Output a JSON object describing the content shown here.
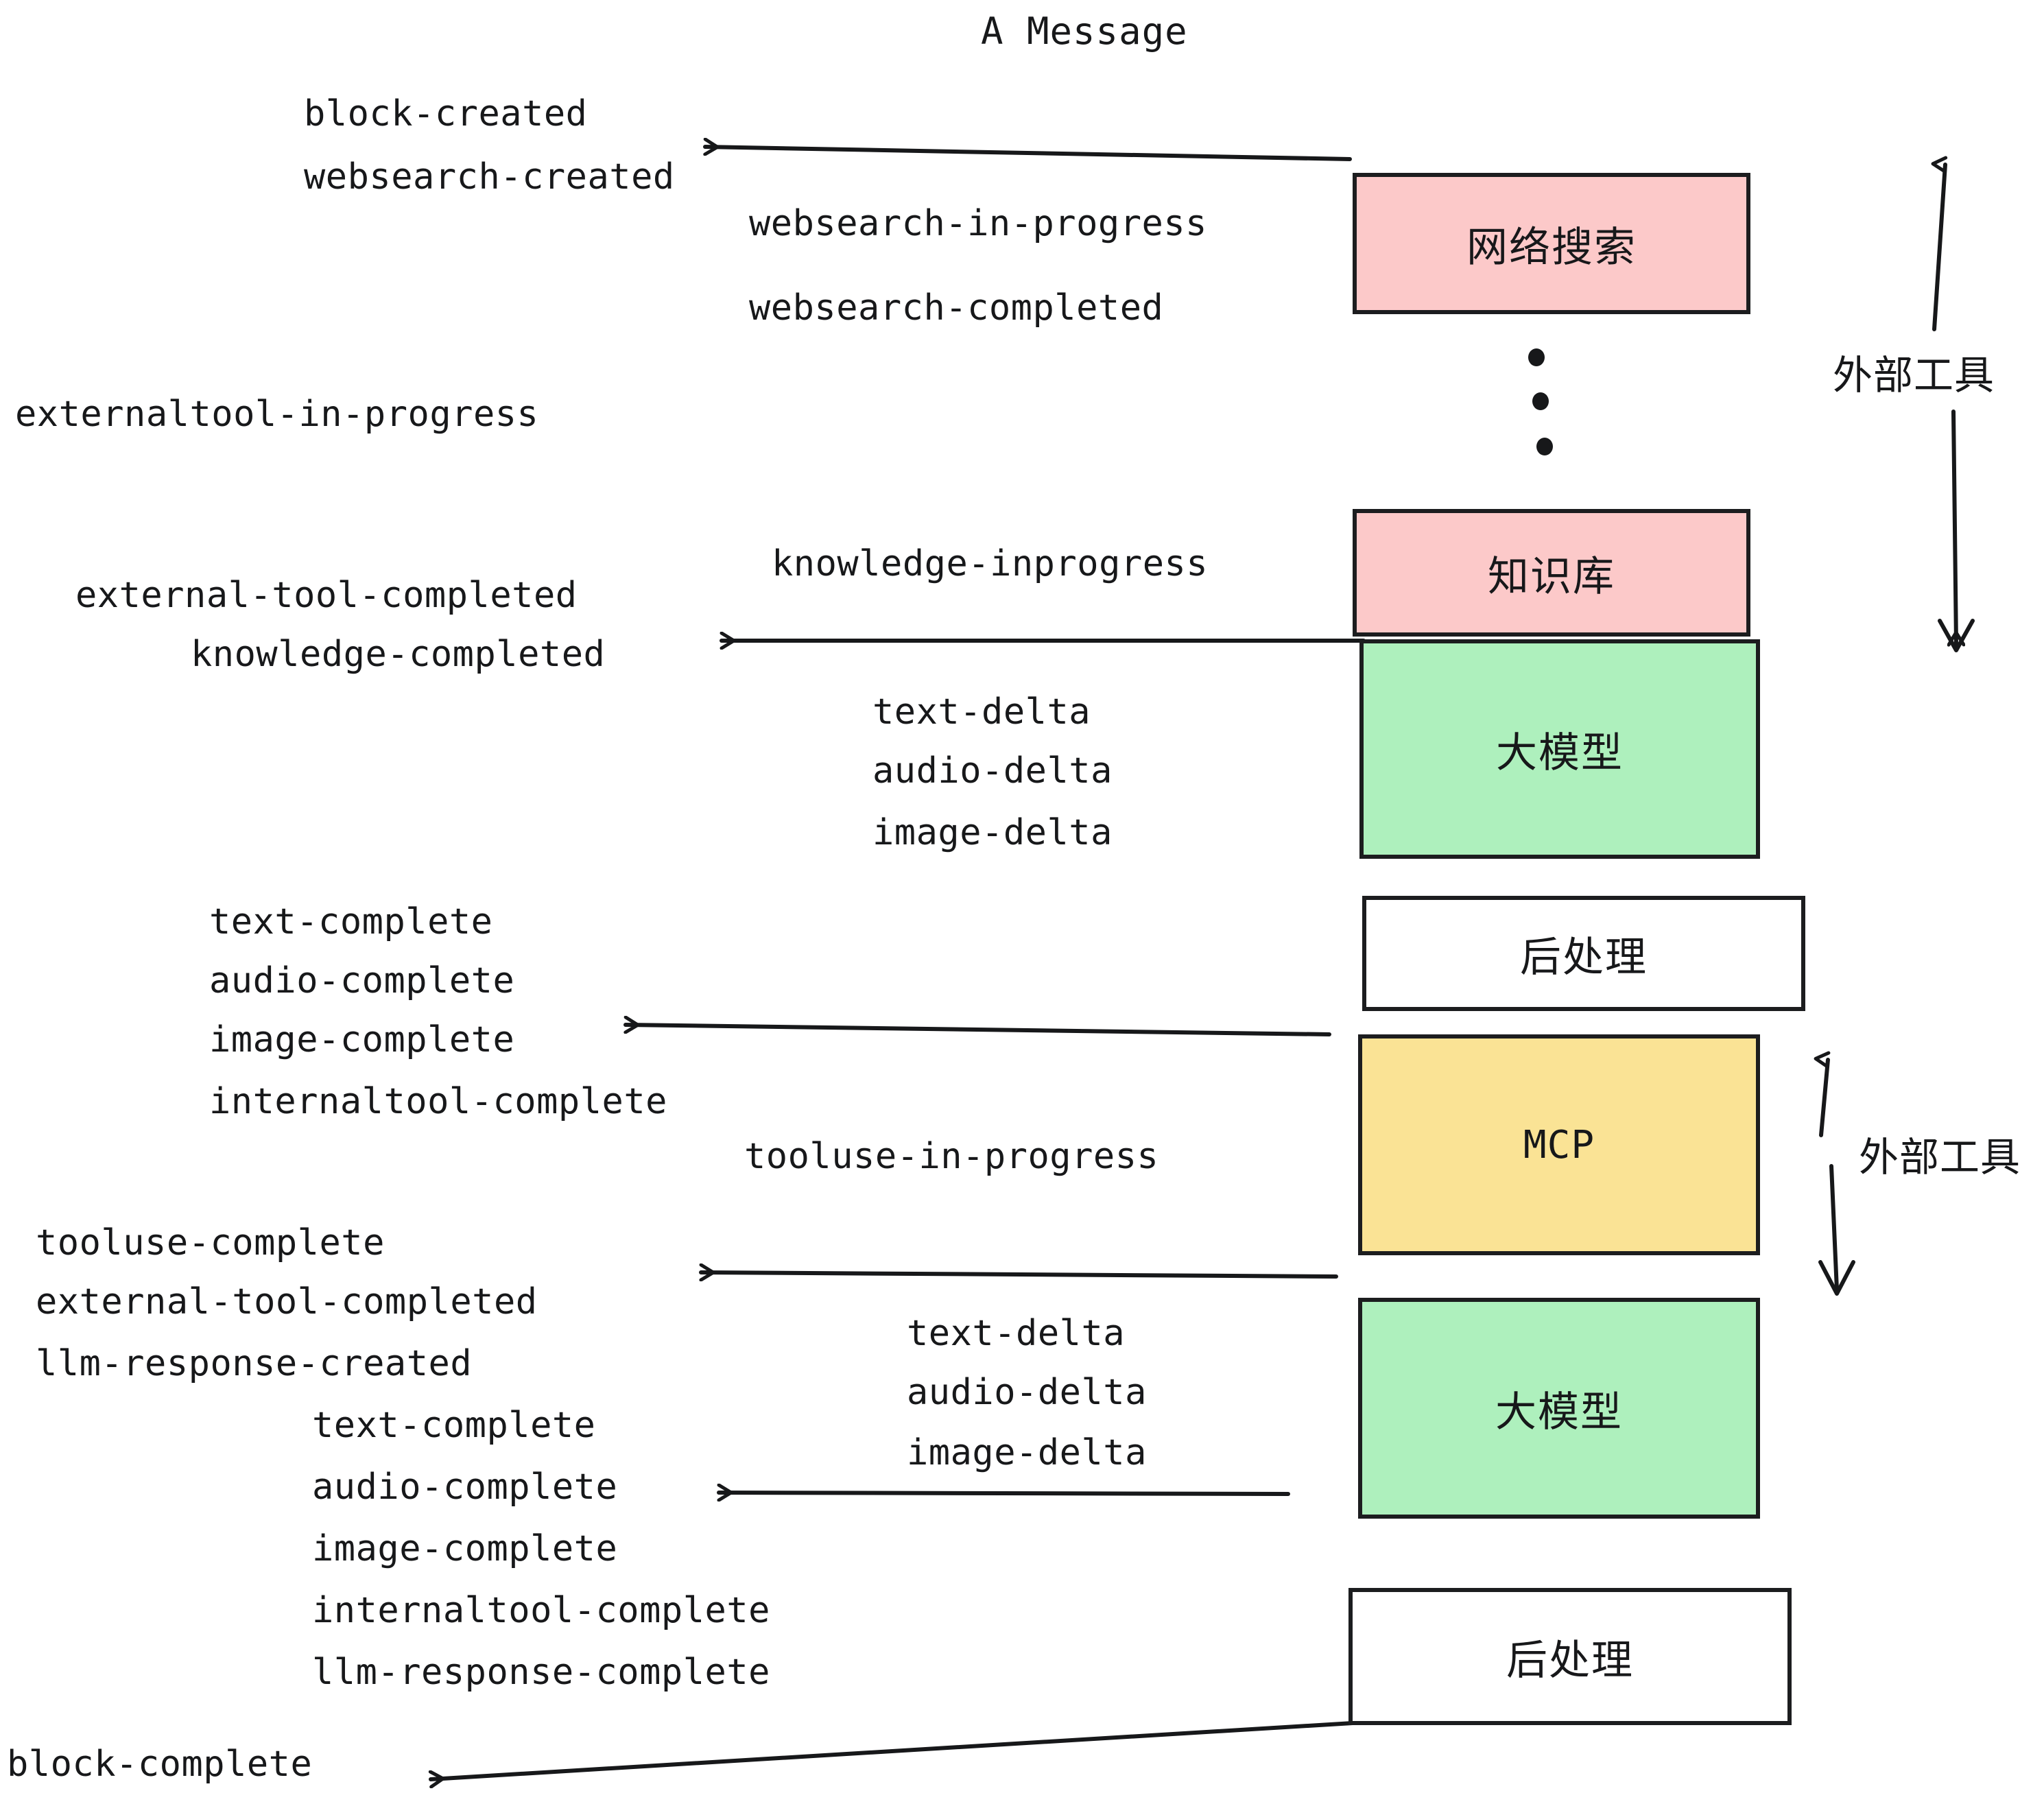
{
  "diagram": {
    "title": "A Message",
    "colors": {
      "pink": "#fcc9c9",
      "green": "#aef0bd",
      "yellow": "#fae395",
      "white": "#ffffff",
      "stroke": "#1c1d1f",
      "text": "#17181a",
      "background": "#ffffff"
    },
    "nodes": [
      {
        "label": "网络搜索",
        "fill": "pink"
      },
      {
        "label": "知识库",
        "fill": "pink"
      },
      {
        "label": "大模型",
        "fill": "green"
      },
      {
        "label": "后处理",
        "fill": "white"
      },
      {
        "label": "MCP",
        "fill": "yellow"
      },
      {
        "label": "大模型",
        "fill": "green"
      },
      {
        "label": "后处理",
        "fill": "white"
      }
    ],
    "group_labels": [
      {
        "label": "外部工具"
      },
      {
        "label": "外部工具"
      }
    ],
    "events": [
      {
        "text": "block-created"
      },
      {
        "text": "websearch-created"
      },
      {
        "text": "websearch-in-progress"
      },
      {
        "text": "websearch-completed"
      },
      {
        "text": "externaltool-in-progress"
      },
      {
        "text": "knowledge-inprogress"
      },
      {
        "text": "external-tool-completed"
      },
      {
        "text": "knowledge-completed"
      },
      {
        "text": "text-delta"
      },
      {
        "text": "audio-delta"
      },
      {
        "text": "image-delta"
      },
      {
        "text": "text-complete"
      },
      {
        "text": "audio-complete"
      },
      {
        "text": "image-complete"
      },
      {
        "text": "internaltool-complete"
      },
      {
        "text": "tooluse-in-progress"
      },
      {
        "text": "tooluse-complete"
      },
      {
        "text": "external-tool-completed"
      },
      {
        "text": "llm-response-created"
      },
      {
        "text": "text-delta"
      },
      {
        "text": "audio-delta"
      },
      {
        "text": "image-delta"
      },
      {
        "text": "text-complete"
      },
      {
        "text": "audio-complete"
      },
      {
        "text": "image-complete"
      },
      {
        "text": "internaltool-complete"
      },
      {
        "text": "llm-response-complete"
      },
      {
        "text": "block-complete"
      }
    ],
    "ellipsis_dots": 3
  }
}
